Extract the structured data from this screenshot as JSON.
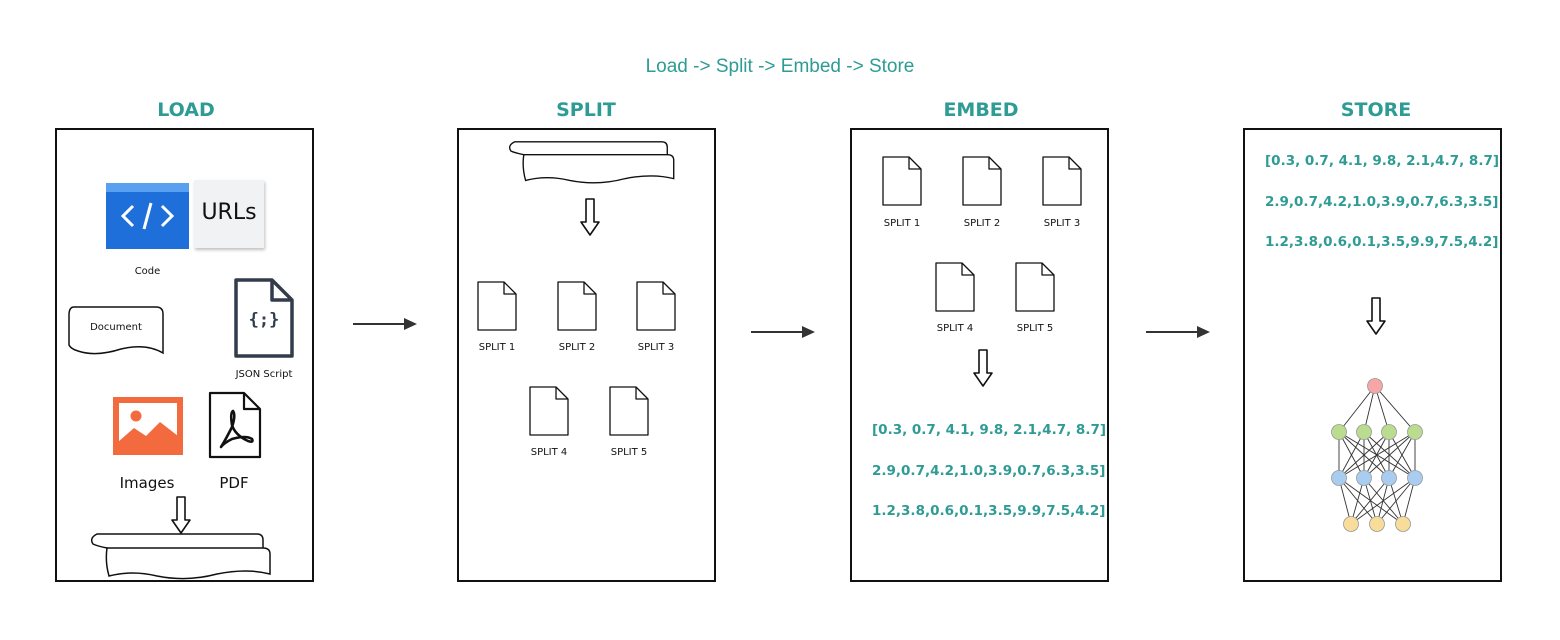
{
  "subtitle": "Load -> Split -> Embed -> Store",
  "stages": {
    "load": {
      "title": "LOAD"
    },
    "split": {
      "title": "SPLIT"
    },
    "embed": {
      "title": "EMBED"
    },
    "store": {
      "title": "STORE"
    }
  },
  "load": {
    "code_label": "Code",
    "urls_label": "URLs",
    "document_label": "Document",
    "json_label": "JSON Script",
    "json_glyph": "{;}",
    "images_label": "Images",
    "pdf_label": "PDF"
  },
  "splits": [
    "SPLIT 1",
    "SPLIT 2",
    "SPLIT 3",
    "SPLIT 4",
    "SPLIT 5"
  ],
  "vectors": [
    "[0.3, 0.7, 4.1, 9.8, 2.1,4.7, 8.7]",
    "2.9,0.7,4.2,1.0,3.9,0.7,6.3,3.5]",
    "1.2,3.8,0.6,0.1,3.5,9.9,7.5,4.2]"
  ],
  "colors": {
    "accent": "#2e9b94",
    "code_blue": "#1e6fd9",
    "image_orange": "#f26a3d",
    "nn_input": "#f6a6a6",
    "nn_hidden1": "#b9dc8e",
    "nn_hidden2": "#a9cdf0",
    "nn_output": "#f7dc9a"
  },
  "icons": [
    "code-icon",
    "urls-icon",
    "document-icon",
    "json-file-icon",
    "image-icon",
    "pdf-icon",
    "stack-of-pages-icon",
    "down-arrow-icon",
    "right-arrow-icon",
    "file-icon",
    "neural-network-icon"
  ]
}
